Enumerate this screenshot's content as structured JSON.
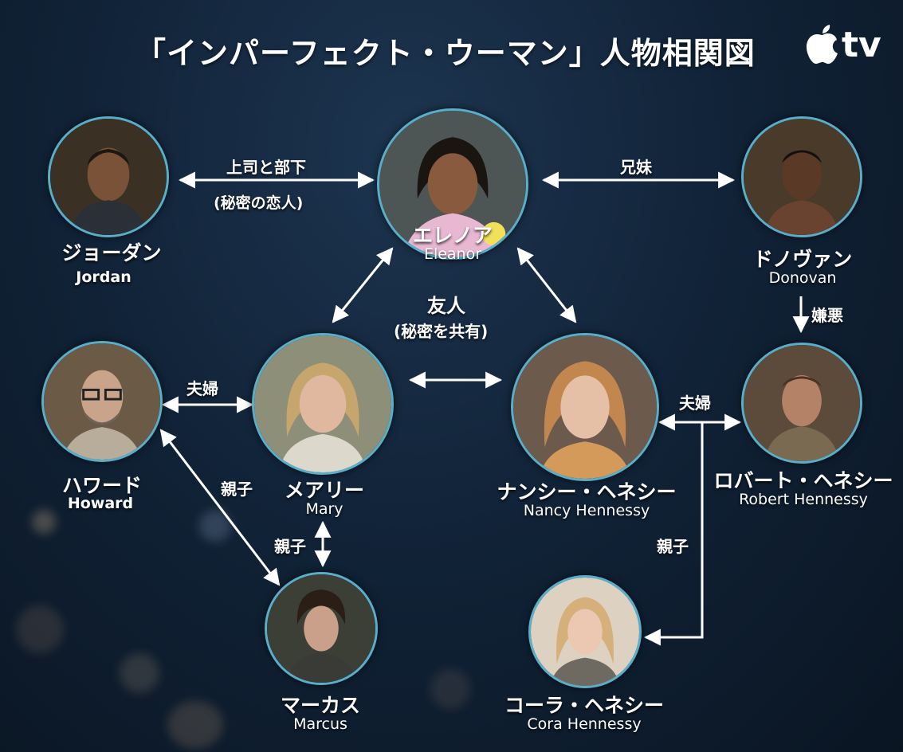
{
  "title": "「インパーフェクト・ウーマン」人物相関図",
  "logo": {
    "icon": "apple-icon",
    "text": "tv"
  },
  "people": {
    "jordan": {
      "jp": "ジョーダン",
      "en": "Jordan"
    },
    "eleanor": {
      "jp": "エレノア",
      "en": "Eleanor"
    },
    "donovan": {
      "jp": "ドノヴァン",
      "en": "Donovan"
    },
    "howard": {
      "jp": "ハワード",
      "en": "Howard"
    },
    "mary": {
      "jp": "メアリー",
      "en": "Mary"
    },
    "nancy": {
      "jp": "ナンシー・ヘネシー",
      "en": "Nancy Hennessy"
    },
    "robert": {
      "jp": "ロバート・ヘネシー",
      "en": "Robert Hennessy"
    },
    "marcus": {
      "jp": "マーカス",
      "en": "Marcus"
    },
    "cora": {
      "jp": "コーラ・ヘネシー",
      "en": "Cora Hennessy"
    }
  },
  "relations": {
    "boss_subordinate": "上司と部下",
    "secret_lover": "(秘密の恋人)",
    "siblings": "兄妹",
    "hatred": "嫌悪",
    "friends": "友人",
    "secret_shared": "(秘密を共有)",
    "married_howard_mary": "夫婦",
    "married_nancy_robert": "夫婦",
    "parent_child_howard": "親子",
    "parent_child_mary": "親子",
    "parent_child_cora": "親子"
  },
  "colors": {
    "ring": "#59aec9",
    "background": "#112338",
    "line": "#ffffff"
  }
}
